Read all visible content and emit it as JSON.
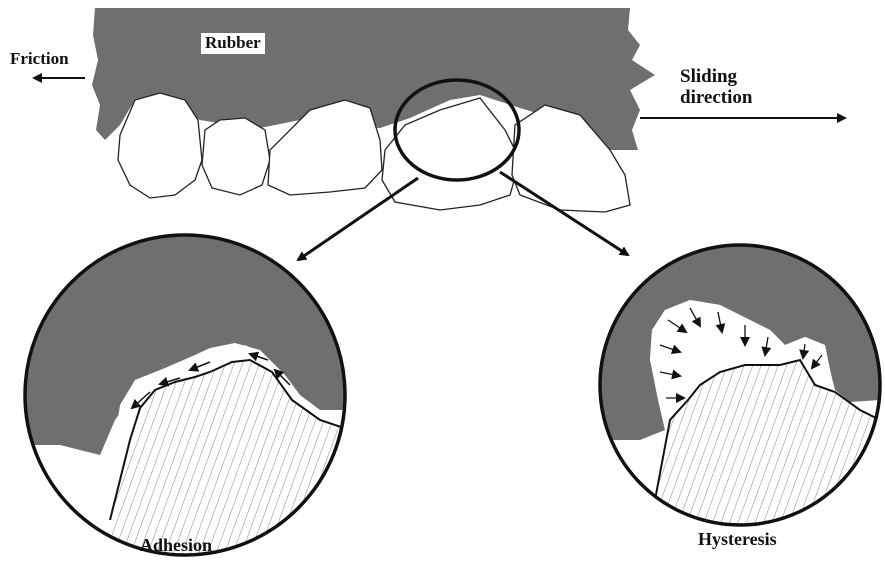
{
  "diagram": {
    "labels": {
      "friction": "Friction",
      "rubber": "Rubber",
      "sliding_line1": "Sliding",
      "sliding_line2": "direction",
      "adhesion": "Adhesion",
      "hysteresis": "Hysteresis"
    },
    "colors": {
      "rubber": "#6f6f6f",
      "outline": "#111111",
      "background": "#ffffff"
    }
  }
}
